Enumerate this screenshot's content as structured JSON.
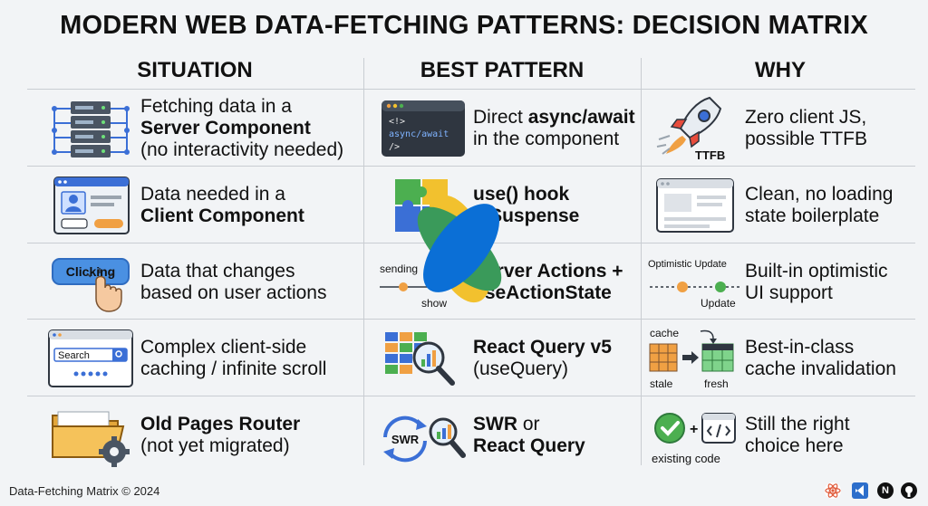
{
  "title": "MODERN WEB DATA-FETCHING PATTERNS: DECISION MATRIX",
  "headers": {
    "situation": "SITUATION",
    "pattern": "BEST PATTERN",
    "why": "WHY"
  },
  "rows": [
    {
      "situation": {
        "pre": "Fetching data in a",
        "bold": "Server Component",
        "post": "(no interactivity needed)"
      },
      "pattern": {
        "pre": "Direct ",
        "bold": "async/await",
        "post": "in the component"
      },
      "why": {
        "line1": "Zero client JS,",
        "line2": "possible TTFB"
      },
      "icons": {
        "situation": "server-stack-icon",
        "pattern": "code-editor-icon",
        "why": "rocket-icon"
      },
      "icon_text": {
        "code1": "<!>",
        "code2": "async/await",
        "code3": "/>",
        "ttfb": "TTFB"
      }
    },
    {
      "situation": {
        "pre": "Data needed in a",
        "bold": "Client Component",
        "post": ""
      },
      "pattern": {
        "bold1": "use() hook",
        "bold2": "+ Suspense"
      },
      "why": {
        "line1": "Clean, no loading",
        "line2": "state boilerplate"
      },
      "icons": {
        "situation": "browser-form-icon",
        "pattern": "puzzle-icon",
        "why": "browser-window-icon"
      }
    },
    {
      "situation": {
        "line1": "Data that changes",
        "line2": "based on user actions"
      },
      "pattern": {
        "bold1": "Server Actions +",
        "bold2": "useActionState"
      },
      "why": {
        "line1": "Built-in optimistic",
        "line2": "UI support"
      },
      "icons": {
        "situation": "click-button-icon",
        "pattern": "sending-timeline-icon",
        "why": "optimistic-timeline-icon"
      },
      "icon_text": {
        "clicking": "Clicking",
        "sending": "sending",
        "show": "show",
        "optimistic": "Optimistic Update",
        "update": "Update"
      }
    },
    {
      "situation": {
        "line1": "Complex client-side",
        "line2": "caching / infinite scroll"
      },
      "pattern": {
        "bold1": "React Query v5",
        "plain": "(useQuery)"
      },
      "why": {
        "line1": "Best-in-class",
        "line2": "cache invalidation"
      },
      "icons": {
        "situation": "search-browser-icon",
        "pattern": "grid-magnifier-icon",
        "why": "cache-table-icon"
      },
      "icon_text": {
        "search": "Search",
        "cache": "cache",
        "stale": "stale",
        "fresh": "fresh"
      }
    },
    {
      "situation": {
        "bold": "Old Pages Router",
        "post": "(not yet migrated)"
      },
      "pattern": {
        "bold1": "SWR",
        "plain": " or",
        "bold2": "React Query"
      },
      "why": {
        "line1": "Still the right",
        "line2": "choice here"
      },
      "icons": {
        "situation": "folder-gear-icon",
        "pattern": "swr-sync-icon",
        "why": "check-code-icon"
      },
      "icon_text": {
        "swr": "SWR",
        "plus": "+",
        "existing": "existing code"
      }
    }
  ],
  "footer": "Data-Fetching Matrix © 2024",
  "brand_icons": [
    "react-icon",
    "vscode-icon",
    "nextjs-icon",
    "github-icon"
  ],
  "brand_text": {
    "n": "N"
  },
  "colors": {
    "blue": "#3b6fd6",
    "orange": "#f0a043",
    "green": "#4caf50",
    "yellow": "#f2c12e",
    "dark": "#2f3640"
  }
}
